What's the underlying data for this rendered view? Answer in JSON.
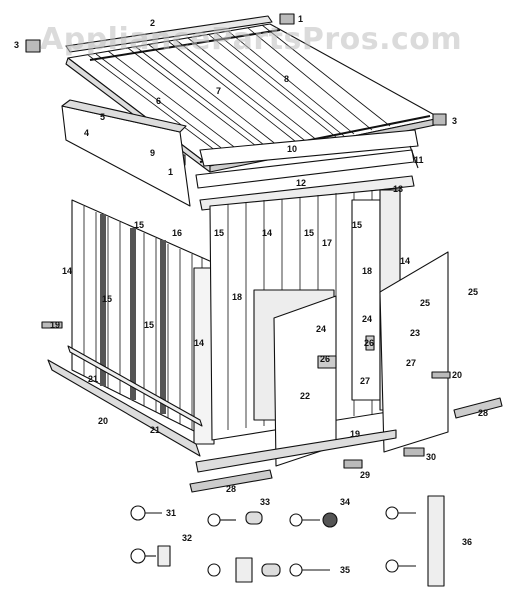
{
  "watermark": "AppliancePartsPros.com",
  "callouts": {
    "c1a": "1",
    "c1b": "1",
    "c2": "2",
    "c3a": "3",
    "c3b": "3",
    "c4": "4",
    "c5": "5",
    "c6": "6",
    "c7": "7",
    "c8": "8",
    "c9": "9",
    "c10": "10",
    "c11": "11",
    "c12": "12",
    "c13": "13",
    "c14a": "14",
    "c14b": "14",
    "c14c": "14",
    "c14d": "14",
    "c15a": "15",
    "c15b": "15",
    "c15c": "15",
    "c15d": "15",
    "c15e": "15",
    "c15f": "15",
    "c16": "16",
    "c17": "17",
    "c18a": "18",
    "c18b": "18",
    "c19a": "19",
    "c19b": "19",
    "c20a": "20",
    "c20b": "20",
    "c21a": "21",
    "c21b": "21",
    "c22": "22",
    "c23": "23",
    "c24a": "24",
    "c24b": "24",
    "c25a": "25",
    "c25b": "25",
    "c26a": "26",
    "c26b": "26",
    "c27a": "27",
    "c27b": "27",
    "c28a": "28",
    "c28b": "28",
    "c29": "29",
    "c30": "30",
    "c31": "31",
    "c32": "32",
    "c33": "33",
    "c34": "34",
    "c35": "35",
    "c36": "36"
  }
}
